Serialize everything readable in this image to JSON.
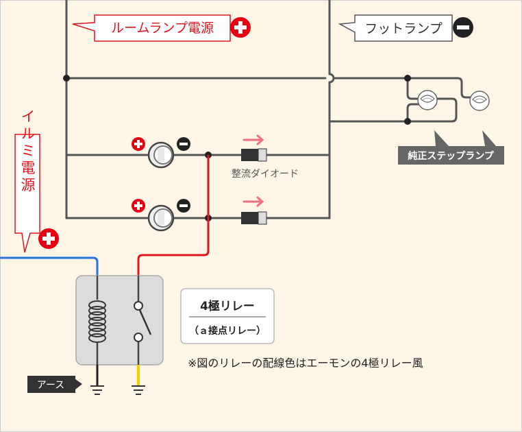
{
  "labels": {
    "room_lamp_power": "ルームランプ電源",
    "foot_lamp": "フットランプ",
    "illumi_power": "イルミ電源",
    "rectifier_diode": "整流ダイオード",
    "genuine_step_lamp": "純正ステップランプ",
    "earth": "アース",
    "relay_title": "4極リレー",
    "relay_subtitle": "（ａ接点リレー）",
    "note": "※図のリレーの配線色はエーモンの4極リレー風"
  },
  "colors": {
    "background": "#fdf6e6",
    "wire_dark": "#555555",
    "wire_red": "#e0141e",
    "wire_blue": "#2a6fdb",
    "wire_yellow": "#f0d000",
    "plus_badge": "#e60012",
    "minus_badge": "#222222",
    "arrow_pink": "#f07080",
    "relay_box": "#dcdcdc"
  },
  "icons": {
    "plus": "plus-badge-icon",
    "minus": "minus-badge-icon",
    "earth": "ground-icon",
    "bulb": "bulb-icon",
    "diode": "diode-icon",
    "coil": "coil-icon"
  }
}
